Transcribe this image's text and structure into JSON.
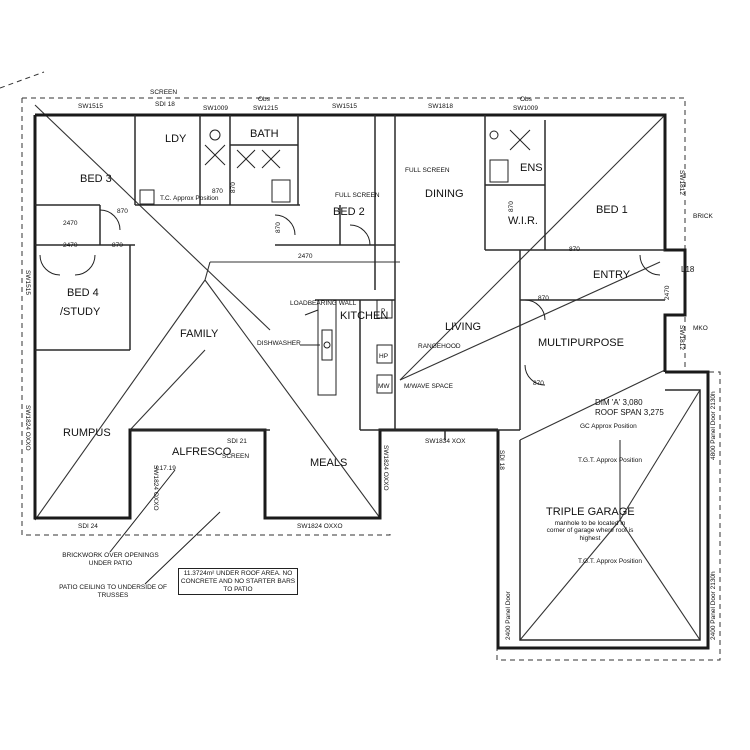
{
  "rooms": {
    "ldy": "LDY",
    "bath": "BATH",
    "bed3": "BED 3",
    "bed2": "BED 2",
    "dining": "DINING",
    "ens": "ENS",
    "wir": "W.I.R.",
    "bed1": "BED 1",
    "bed4": "BED 4",
    "study": "/STUDY",
    "family": "FAMILY",
    "kitchen": "KITCHEN",
    "living": "LIVING",
    "entry": "ENTRY",
    "multipurpose": "MULTIPURPOSE",
    "rumpus": "RUMPUS",
    "alfresco": "ALFRESCO",
    "meals": "MEALS",
    "garage": "TRIPLE GARAGE"
  },
  "windows": {
    "sw1515_top": "SW1515",
    "screen": "SCREEN",
    "sdi18": "SDI 18",
    "sw1009": "SW1009",
    "obs": "Obs",
    "sw1215": "SW1215",
    "sw1515_mid": "SW1515",
    "sw1818": "SW1818",
    "obs2": "Obs",
    "sw1009_b": "SW1009",
    "sw1812_a": "SW1812",
    "sw1812_b": "SW1812",
    "sw1515_left": "SW1515",
    "sw1824_left": "SW1824 OXXO",
    "sdi24": "SDI 24",
    "sw1824_meals": "SW1824 OXXO",
    "sw1824_alf": "SW1824 OXXO",
    "sw1824_meals_side": "SW1824 OXXO",
    "sw1834": "SW1834 XOX",
    "sdi18_b": "SDI 18",
    "sdi21": "SDI 21",
    "l18": "L18",
    "l17_19": "L17.19"
  },
  "doors": {
    "d870_a": "870",
    "d870_b": "870",
    "d870_c": "870",
    "d870_d": "870",
    "d870_e": "870",
    "d870_f": "870",
    "d870_g": "870",
    "d870_h": "870",
    "d870_i": "870",
    "d2470_a": "2470",
    "d2470_b": "2470",
    "d2470_c": "2470",
    "d2470_d": "2470"
  },
  "notes": {
    "full_screen_a": "FULL SCREEN",
    "full_screen_b": "FULL SCREEN",
    "tc_approx": "T.C. Approx Position",
    "loadbearing": "LOADBEARING WALL",
    "dishwasher": "DISHWASHER",
    "rangehood": "RANGEHOOD",
    "hp": "HP",
    "p": "P",
    "mw": "MW",
    "mwave_space": "M/WAVE SPACE",
    "dim_a": "DIM 'A' 3,080",
    "roof_span": "ROOF SPAN 3,275",
    "gc_approx": "GC Approx Position",
    "tgt_approx": "T.G.T. Approx Position",
    "manhole": "manhole to be located in corner of garage where roof is highest",
    "brickwork": "BRICKWORK OVER OPENINGS UNDER PATIO",
    "patio_ceiling": "PATIO CEILING TO UNDERSIDE OF TRUSSES",
    "under_roof": "11.3724m² UNDER ROOF AREA. NO CONCRETE AND NO STARTER BARS TO PATIO",
    "panel_door_a": "4800 Panel Door 2130h",
    "panel_door_b": "2400 Panel Door 2130h",
    "bricks": "BRICK",
    "mako": "MKO",
    "r1": "2400 Panel Door",
    "screen_alf": "SCREEN"
  }
}
